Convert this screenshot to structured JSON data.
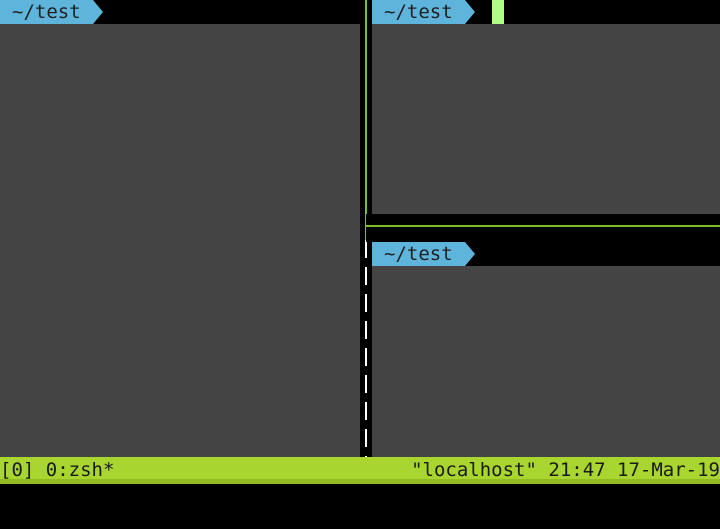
{
  "panes": [
    {
      "id": "left",
      "prompt": "~/test"
    },
    {
      "id": "top-right",
      "prompt": "~/test",
      "active": true
    },
    {
      "id": "bottom-right",
      "prompt": "~/test"
    }
  ],
  "statusbar": {
    "session": "[0]",
    "window": "0:zsh*",
    "host": "\"localhost\"",
    "time": "21:47",
    "date": "17-Mar-19"
  },
  "colors": {
    "prompt_bg": "#5fb4dc",
    "pane_bg": "#444444",
    "status_bg": "#a8d52f",
    "active_border": "#7cbf2a",
    "cursor": "#afff87"
  }
}
